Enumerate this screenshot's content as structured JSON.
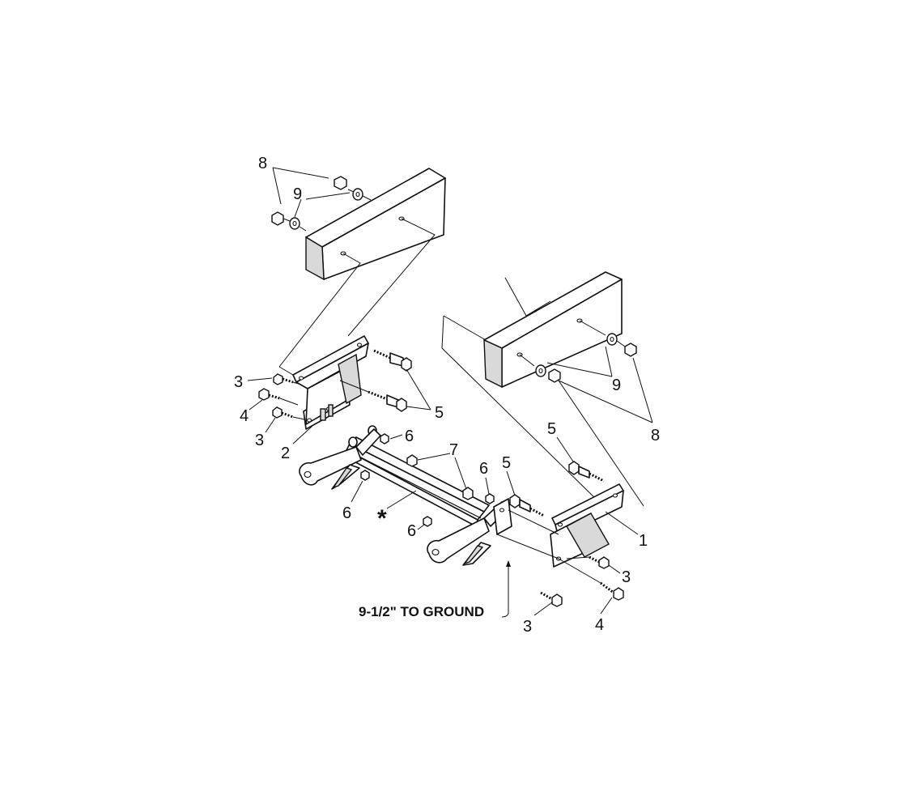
{
  "callouts": {
    "c1": "1",
    "c2": "2",
    "c3": "3",
    "c4": "4",
    "c5": "5",
    "c6": "6",
    "c7": "7",
    "c8": "8",
    "c9": "9"
  },
  "dimension_label": "9-1/2\" TO GROUND",
  "asterisk": "*"
}
